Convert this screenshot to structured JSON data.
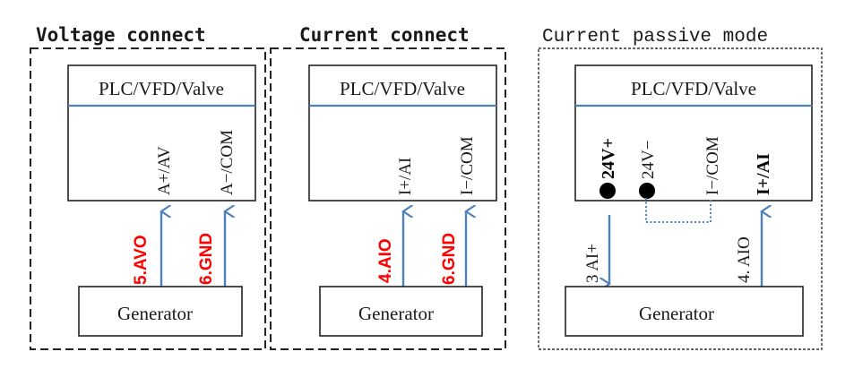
{
  "colors": {
    "wire": "#4f81bd",
    "label_red": "#ff0000",
    "line": "#222222"
  },
  "panels": [
    {
      "id": "voltage",
      "title": "Voltage connect",
      "device_label": "PLC/VFD/Valve",
      "pins": [
        "A+/AV",
        "A−/COM"
      ],
      "wires": [
        {
          "label": "5.AVO",
          "direction": "up"
        },
        {
          "label": "6.GND",
          "direction": "up"
        }
      ],
      "generator_label": "Generator"
    },
    {
      "id": "current",
      "title": "Current connect",
      "device_label": "PLC/VFD/Valve",
      "pins": [
        "I+/AI",
        "I−/COM"
      ],
      "wires": [
        {
          "label": "4.AIO",
          "direction": "up"
        },
        {
          "label": "6.GND",
          "direction": "up"
        }
      ],
      "generator_label": "Generator"
    },
    {
      "id": "passive",
      "title": "Current passive mode",
      "device_label": "PLC/VFD/Valve",
      "pins": [
        "24V+",
        "24V−",
        "I−/COM",
        "I+/AI"
      ],
      "wires": [
        {
          "label": "3 AI+",
          "direction": "down"
        },
        {
          "label": "4. AIO",
          "direction": "up"
        }
      ],
      "jumper": "24V− to I−/COM",
      "generator_label": "Generator"
    }
  ]
}
